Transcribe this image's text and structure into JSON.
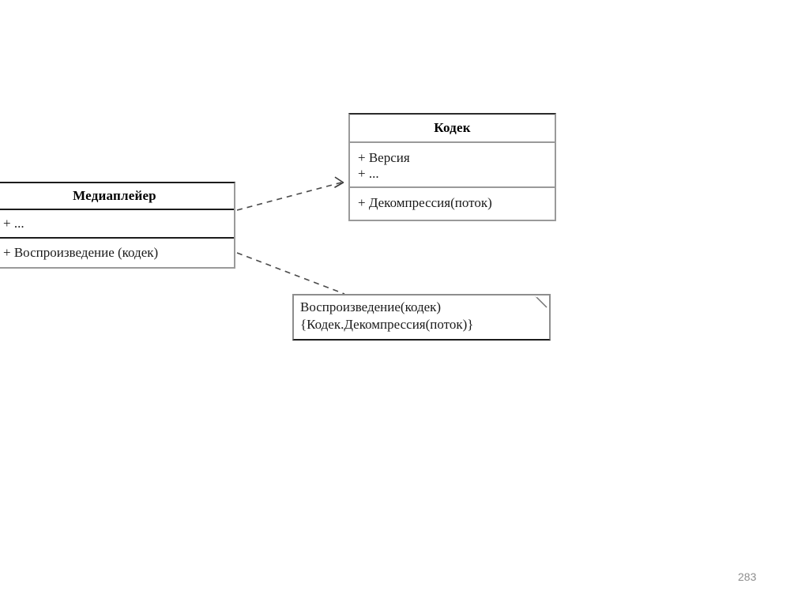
{
  "page": {
    "background_color": "#ffffff",
    "page_number": "283",
    "page_number_color": "#8e8e8e"
  },
  "diagram": {
    "type": "uml-class-diagram",
    "classes": [
      {
        "id": "player",
        "name": "Медиаплейер",
        "attributes": [
          "+ ..."
        ],
        "operations": [
          "+ Воспроизведение (кодек)"
        ],
        "border_color": "#1c1c1c",
        "fill_color": "#ffffff"
      },
      {
        "id": "codec",
        "name": "Кодек",
        "attributes": [
          "+ Версия",
          "+ ..."
        ],
        "operations": [
          "+ Декомпрессия(поток)"
        ],
        "border_color": "#9a9a9a",
        "fill_color": "#ffffff"
      }
    ],
    "note": {
      "id": "note-play",
      "lines": [
        "Воспроизведение(кодек)",
        "{Кодек.Декомпрессия(поток)}"
      ],
      "border_color": "#8d8d8d",
      "fill_color": "#ffffff",
      "has_folded_corner": true
    },
    "connectors": [
      {
        "id": "dependency-player-to-codec",
        "kind": "dependency",
        "style": "dashed",
        "from": "player",
        "to": "codec",
        "arrowhead": "open",
        "color": "#4a4a4a"
      },
      {
        "id": "note-anchor-player-to-note",
        "kind": "note-anchor",
        "style": "dashed",
        "from": "player",
        "to": "note-play",
        "arrowhead": "none",
        "color": "#4a4a4a"
      }
    ]
  }
}
